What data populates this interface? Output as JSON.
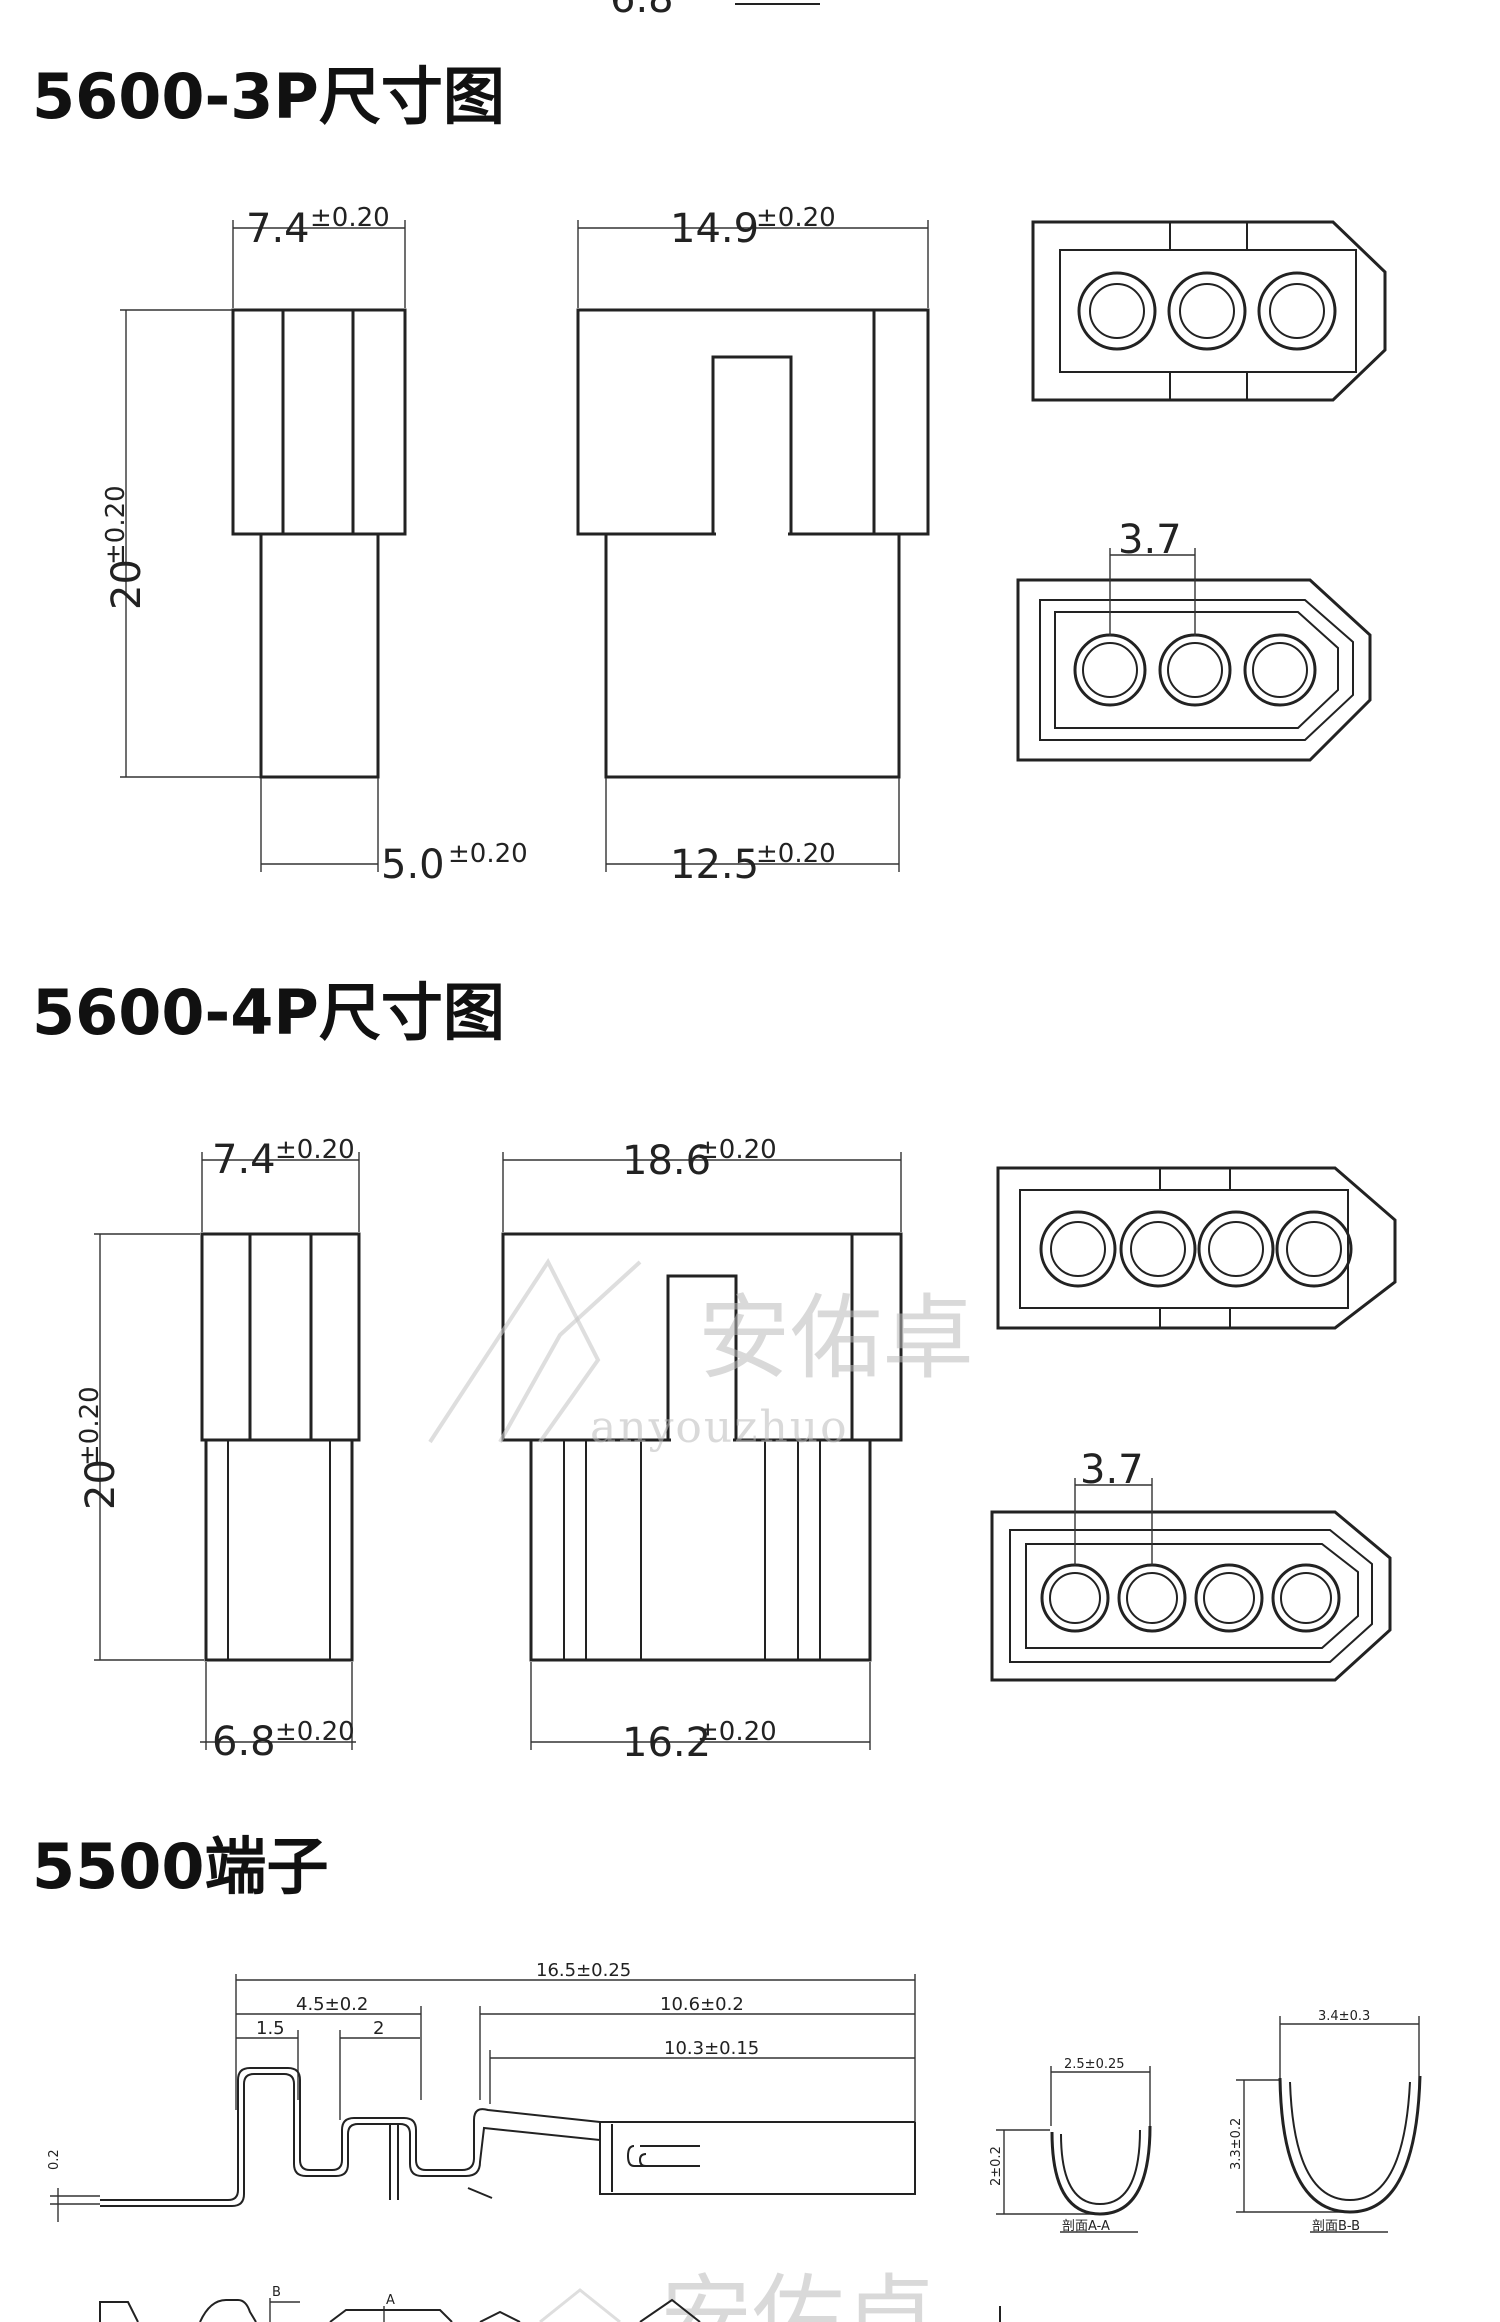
{
  "sections": {
    "s3p": {
      "title": "5600-3P尺寸图",
      "top_cut": "6.8",
      "side_width": "7.4",
      "side_tol": "±0.20",
      "height": "20",
      "height_tol": "±0.20",
      "side_bottom": "5.0",
      "side_bottom_tol": "±0.20",
      "front_width": "14.9",
      "front_tol": "±0.20",
      "front_bottom": "12.5",
      "front_bottom_tol": "±0.20",
      "pitch": "3.7"
    },
    "s4p": {
      "title": "5600-4P尺寸图",
      "side_width": "7.4",
      "side_tol": "±0.20",
      "height": "20",
      "height_tol": "±0.20",
      "side_bottom": "6.8",
      "side_bottom_tol": "±0.20",
      "front_width": "18.6",
      "front_tol": "±0.20",
      "front_bottom": "16.2",
      "front_bottom_tol": "±0.20",
      "pitch": "3.7"
    },
    "terminal": {
      "title": "5500端子",
      "total_length": "16.5±0.25",
      "len_a": "4.5±0.2",
      "len_b": "10.6±0.2",
      "len_c": "10.3±0.15",
      "len_d": "1.5",
      "len_e": "2",
      "thickness": "0.2",
      "sec_a_width": "2.5±0.25",
      "sec_a_height": "2±0.2",
      "sec_a_label": "剖面A-A",
      "sec_b_width": "3.4±0.3",
      "sec_b_height": "3.3±0.2",
      "sec_b_label": "剖面B-B",
      "marker_a": "A",
      "marker_b": "B"
    }
  },
  "watermark": {
    "text": "安佑卓",
    "latin": "anyouzhuo"
  }
}
